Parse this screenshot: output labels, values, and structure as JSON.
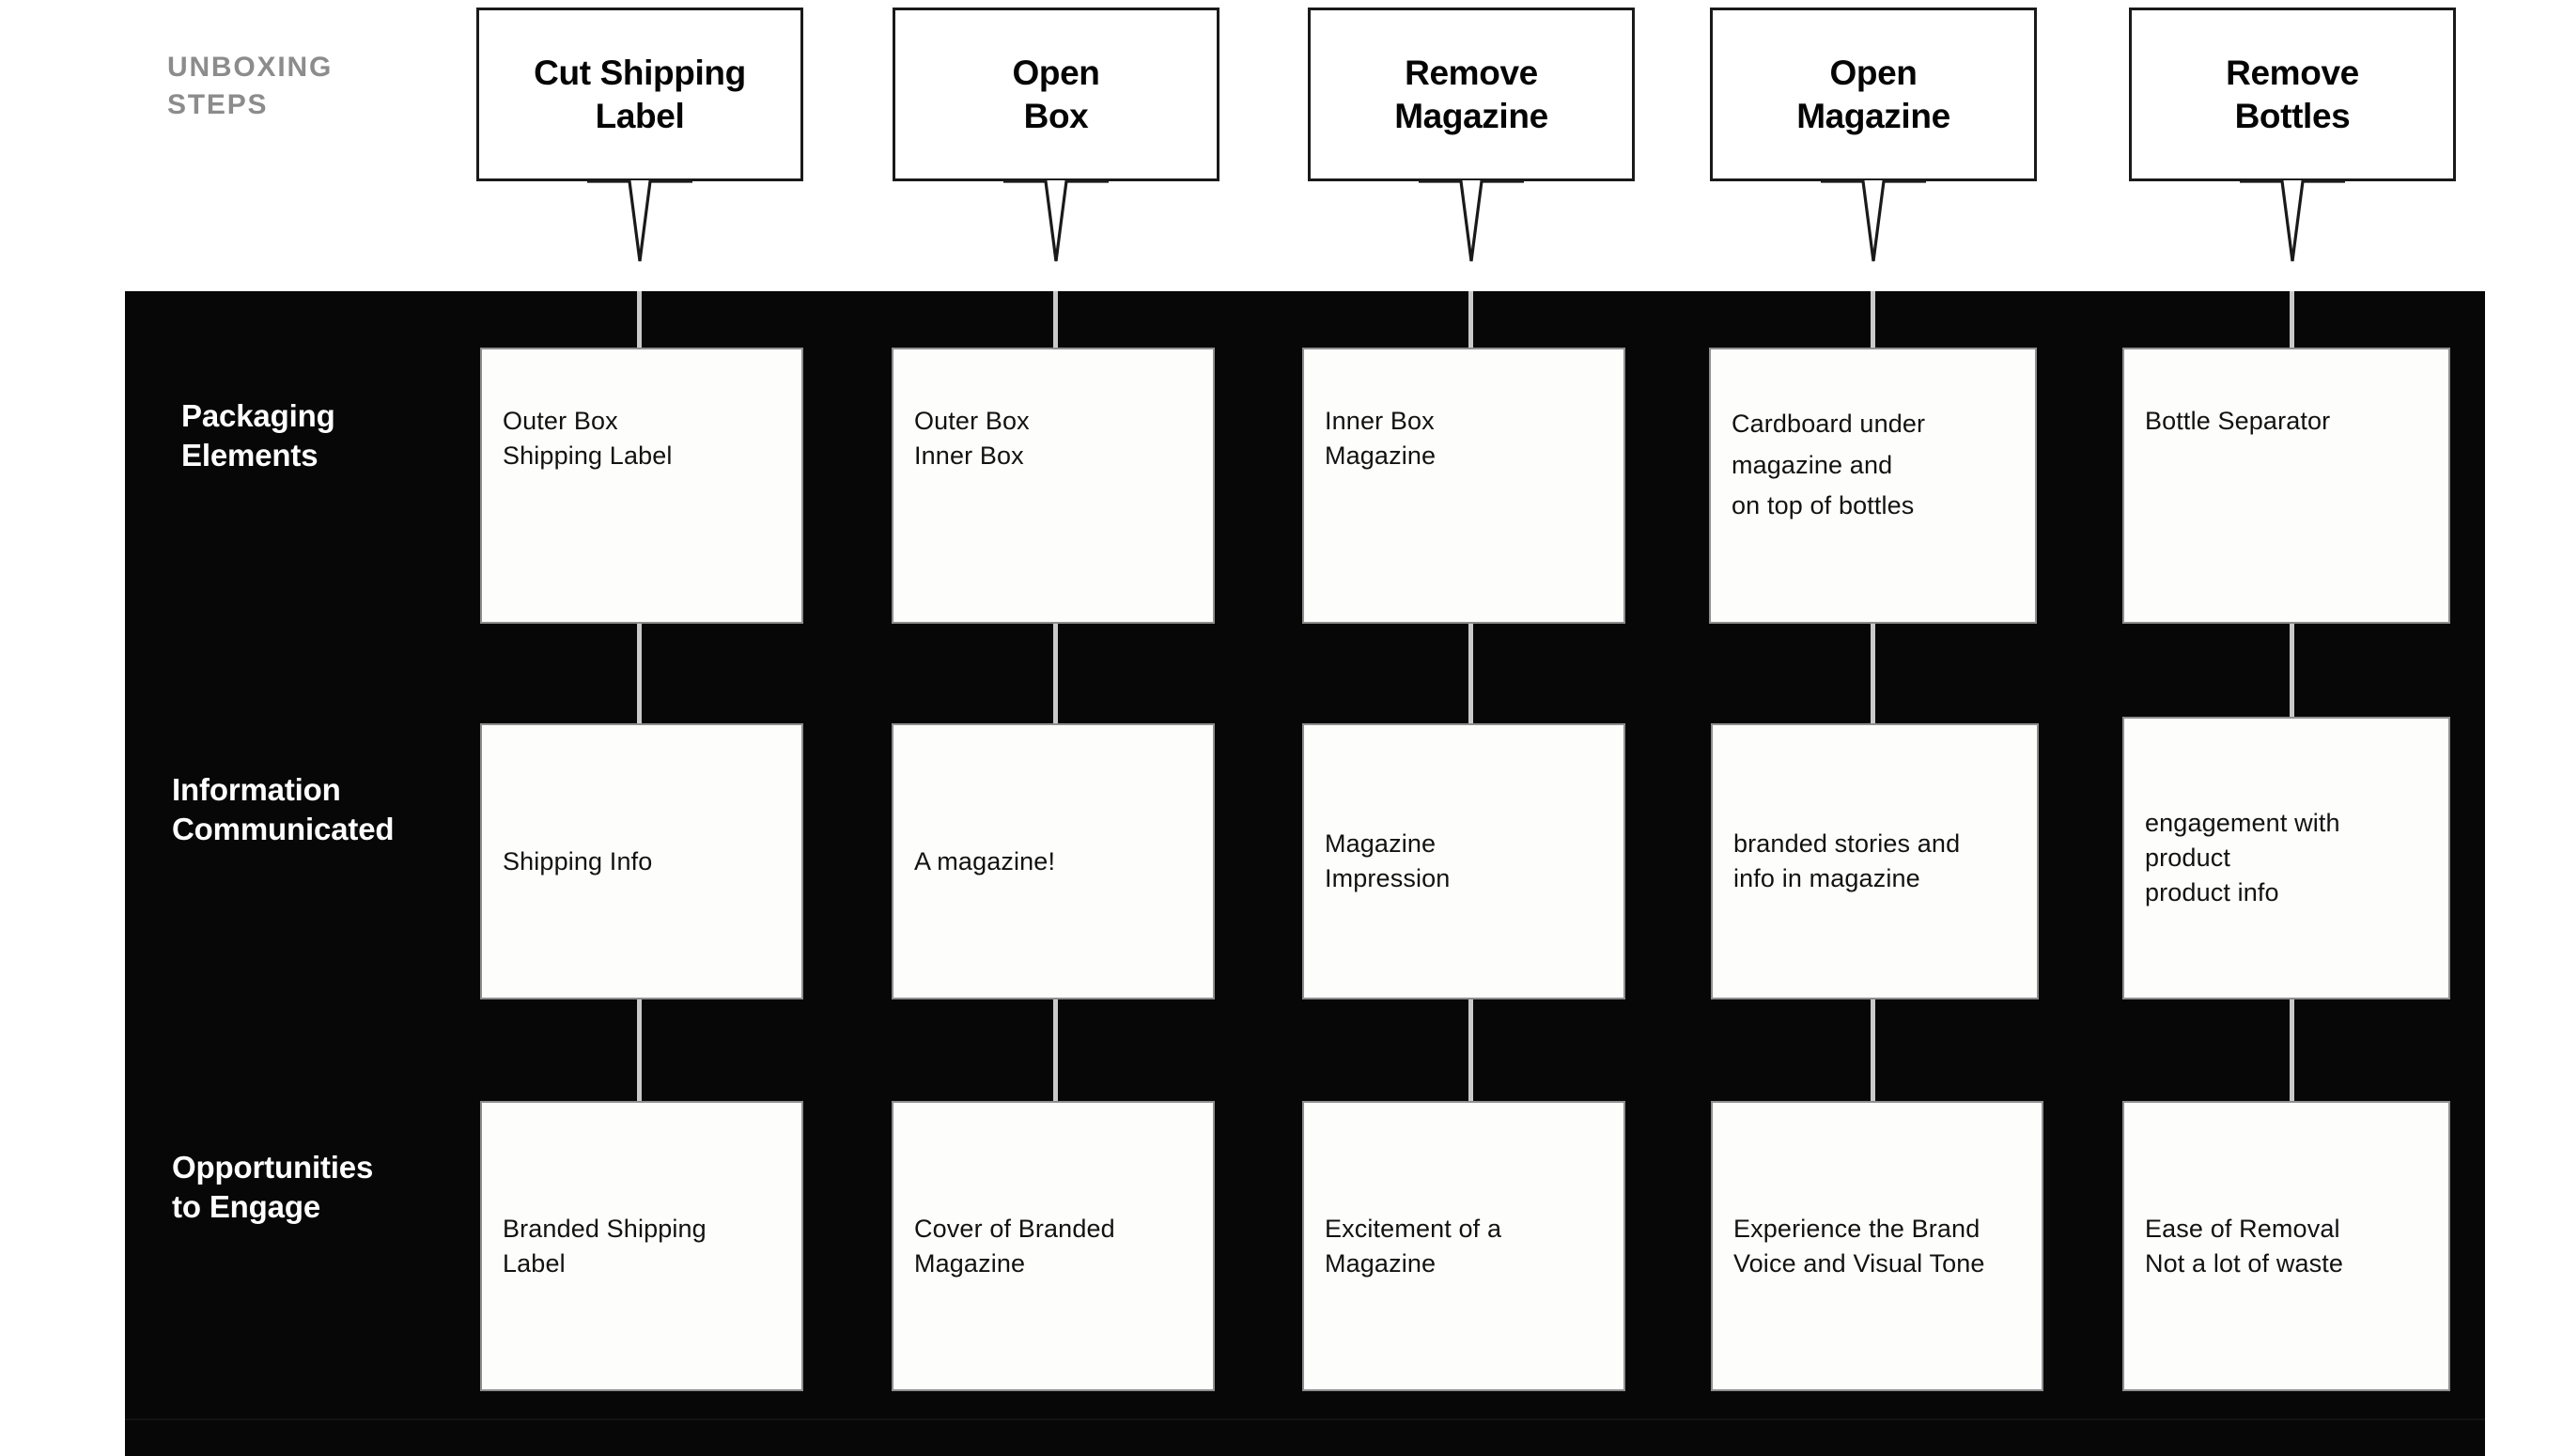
{
  "section_label": "UNBOXING\nSTEPS",
  "colors": {
    "panel_background": "#070707",
    "card_background": "#fdfdfc",
    "card_border": "#8e8e8e",
    "section_label": "#8c8c8c",
    "connector": "#c9c9c9",
    "text_dark": "#121212",
    "text_light": "#ffffff"
  },
  "steps": [
    {
      "label": "Cut Shipping\nLabel"
    },
    {
      "label": "Open\nBox"
    },
    {
      "label": "Remove\nMagazine"
    },
    {
      "label": "Open\nMagazine"
    },
    {
      "label": "Remove\nBottles"
    }
  ],
  "rows": [
    {
      "label": "Packaging\nElements",
      "cells": [
        "Outer Box\nShipping Label",
        "Outer Box\nInner Box",
        "Inner Box\nMagazine",
        "Cardboard under\nmagazine and\non top of bottles",
        "Bottle Separator"
      ]
    },
    {
      "label": "Information\nCommunicated",
      "cells": [
        "Shipping Info",
        "A magazine!",
        "Magazine\nImpression",
        "branded stories and\ninfo in magazine",
        "engagement with\nproduct\nproduct info"
      ]
    },
    {
      "label": "Opportunities\nto Engage",
      "cells": [
        "Branded Shipping\nLabel",
        "Cover of Branded\nMagazine",
        "Excitement of a\nMagazine",
        "Experience the Brand\nVoice and Visual Tone",
        "Ease of Removal\nNot a lot of waste"
      ]
    }
  ]
}
